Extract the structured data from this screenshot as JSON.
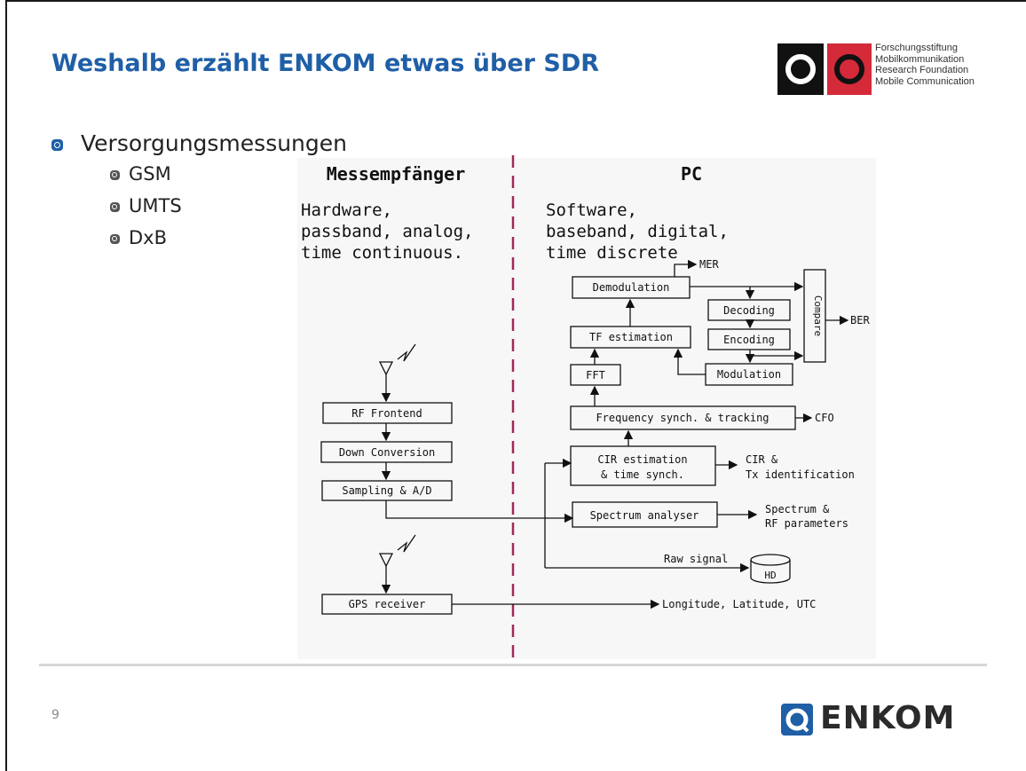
{
  "slide": {
    "title": "Weshalb erzählt ENKOM etwas über SDR",
    "page_number": "9"
  },
  "top_logo": {
    "lines": [
      "Forschungsstiftung",
      "Mobilkommunikation",
      "Research Foundation",
      "Mobile Communication"
    ],
    "colors": {
      "black_block": "#111111",
      "red_block": "#d42a3a"
    }
  },
  "bullets": {
    "main": "Versorgungsmessungen",
    "sub": [
      "GSM",
      "UMTS",
      "DxB"
    ]
  },
  "diagram": {
    "left_heading": "Messempfänger",
    "right_heading": "PC",
    "left_desc": [
      "Hardware,",
      "passband, analog,",
      "time continuous."
    ],
    "right_desc": [
      "Software,",
      "baseband, digital,",
      "time discrete"
    ],
    "blocks": {
      "rf_frontend": "RF Frontend",
      "down_conversion": "Down Conversion",
      "sampling": "Sampling & A/D",
      "gps_receiver": "GPS receiver",
      "demodulation": "Demodulation",
      "tf_estimation": "TF estimation",
      "fft": "FFT",
      "decoding": "Decoding",
      "encoding": "Encoding",
      "modulation": "Modulation",
      "compare": "Compare",
      "freq_synch": "Frequency synch. & tracking",
      "cir_estimation_1": "CIR estimation",
      "cir_estimation_2": "& time synch.",
      "spectrum_analyser": "Spectrum analyser",
      "hd": "HD"
    },
    "outputs": {
      "mer": "MER",
      "ber": "BER",
      "cfo": "CFO",
      "cir_1": "CIR &",
      "cir_2": "Tx identification",
      "spectrum_1": "Spectrum &",
      "spectrum_2": "RF parameters",
      "raw_signal": "Raw signal",
      "gps_out": "Longitude, Latitude, UTC"
    },
    "colors": {
      "divider": "#a0285a",
      "background": "#f7f7f7"
    }
  },
  "footer_logo": {
    "text": "ENKOM",
    "accent": "#1f5fa6"
  }
}
